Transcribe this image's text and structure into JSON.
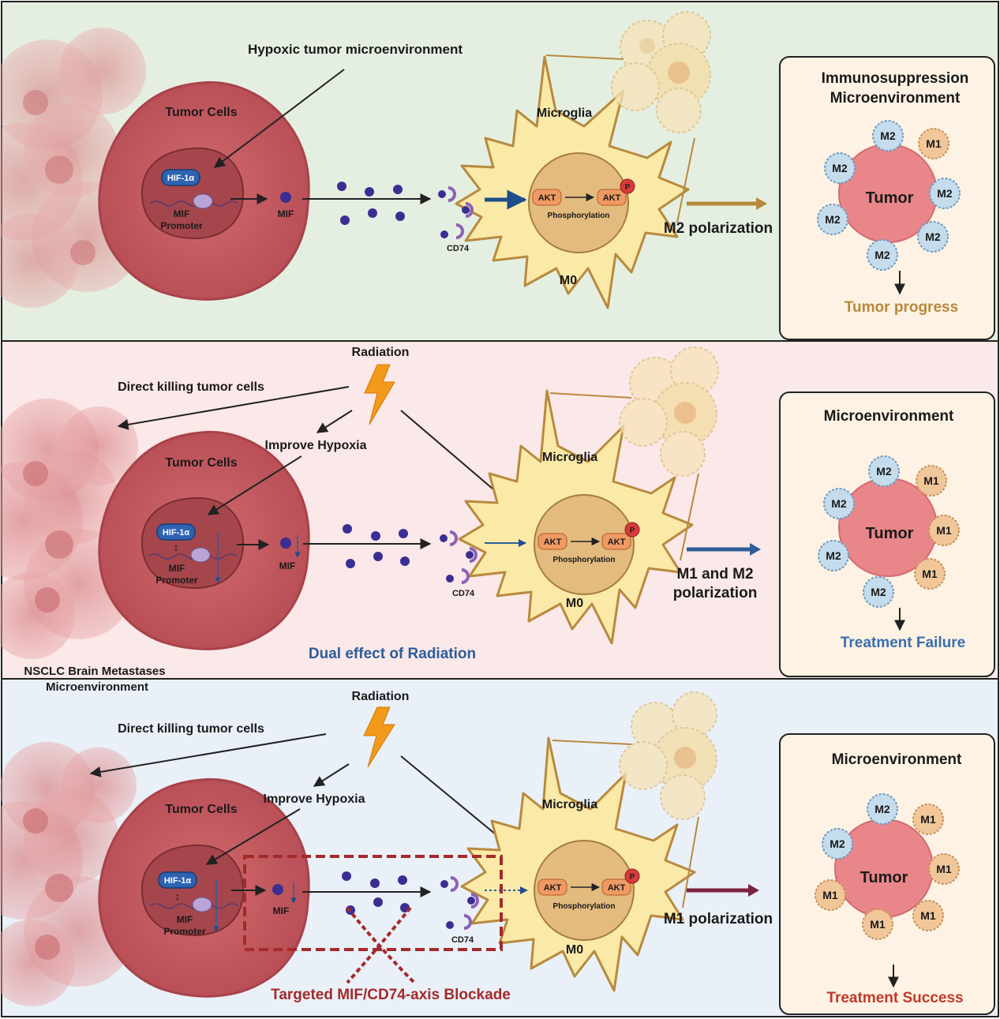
{
  "colors": {
    "panel1_bg": "#e5efe1",
    "panel2_bg": "#fbe8e8",
    "panel3_bg": "#e9f0f7",
    "tumor": "#c95a5f",
    "tumor_dark": "#a8434a",
    "microglia": "#fbe9a8",
    "microglia_edge": "#b78a3e",
    "nucleus": "#e3bb7f",
    "mif": "#3b2e93",
    "blue_text": "#2c5d99",
    "red_text": "#a52a2a",
    "gold_text": "#b8883a",
    "m2_fill": "#c5dcec",
    "m1_fill": "#f1c79a"
  },
  "shared": {
    "tumor_cells": "Tumor Cells",
    "hif": "HIF-1α",
    "mif_promoter_1": "MIF",
    "mif_promoter_2": "Promoter",
    "mif": "MIF",
    "cd74": "CD74",
    "microglia": "Microglia",
    "akt": "AKT",
    "p": "P",
    "phosphorylation": "Phosphorylation",
    "m0": "M0",
    "tumor": "Tumor",
    "m1": "M1",
    "m2": "M2"
  },
  "panel1": {
    "top_label": "Hypoxic tumor microenvironment",
    "polarization": "M2 polarization",
    "box_title_1": "Immunosuppression",
    "box_title_2": "Microenvironment",
    "outcome": "Tumor progress"
  },
  "panel2": {
    "radiation": "Radiation",
    "direct_killing": "Direct killing tumor cells",
    "improve_hypoxia": "Improve Hypoxia",
    "polarization_1": "M1 and M2",
    "polarization_2": "polarization",
    "box_title": "Microenvironment",
    "outcome": "Treatment Failure",
    "dual_effect": "Dual effect of Radiation",
    "side_label_1": "NSCLC Brain Metastases",
    "side_label_2": "Microenvironment"
  },
  "panel3": {
    "radiation": "Radiation",
    "direct_killing": "Direct killing tumor cells",
    "improve_hypoxia": "Improve Hypoxia",
    "polarization": "M1 polarization",
    "box_title": "Microenvironment",
    "outcome": "Treatment Success",
    "blockade": "Targeted MIF/CD74-axis Blockade"
  }
}
